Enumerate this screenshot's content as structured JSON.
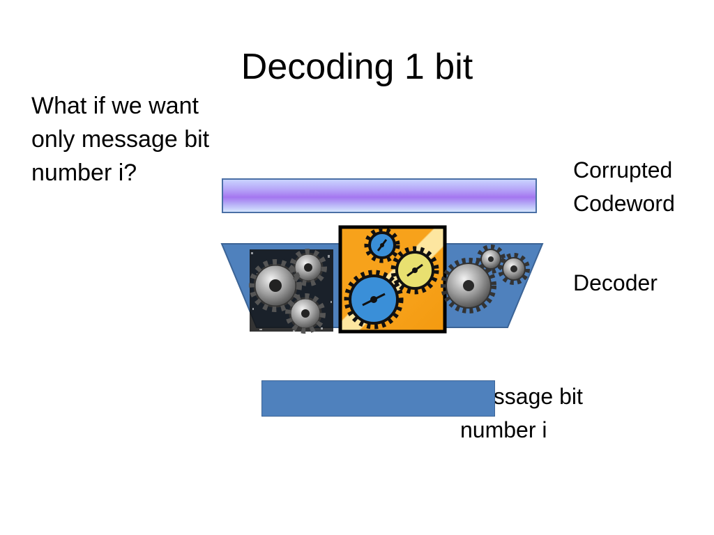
{
  "slide": {
    "title": "Decoding 1 bit",
    "question": "What if we want only message bit number i?"
  },
  "labels": {
    "codeword": [
      "Corrupted",
      "Codeword"
    ],
    "decoder": "Decoder",
    "message": [
      "essage bit",
      "number i"
    ]
  },
  "icons": {
    "codeword": "codeword-bar",
    "decoder": "gears-icon",
    "message": "message-bit-block"
  },
  "colors": {
    "decoder_fill": "#4f81bd",
    "message_fill": "#4f81bd",
    "gear_orange": "#f7a21b",
    "gear_blue": "#3a8fd8"
  }
}
